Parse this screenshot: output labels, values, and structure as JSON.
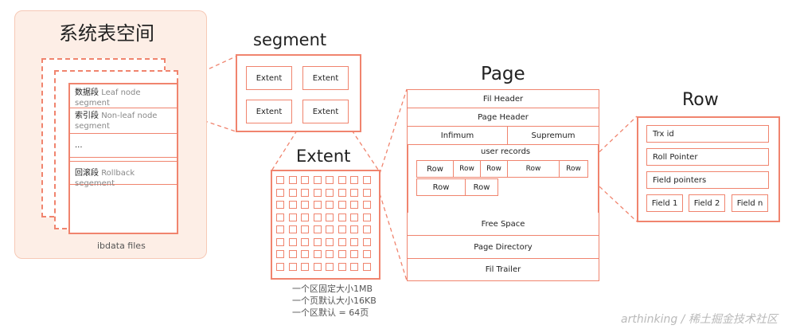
{
  "tablespace": {
    "title": "系统表空间",
    "segments": [
      {
        "zh": "数据段",
        "en": "Leaf node segment"
      },
      {
        "zh": "索引段",
        "en": "Non-leaf node segment"
      },
      {
        "zh": "...",
        "en": ""
      },
      {
        "zh": "回滚段",
        "en": "Rollback segement"
      }
    ],
    "file_label": "ibdata files"
  },
  "segment": {
    "title": "segment",
    "extents": [
      "Extent",
      "Extent",
      "Extent",
      "Extent"
    ]
  },
  "extent": {
    "title": "Extent",
    "grid_rows": 8,
    "grid_cols": 8,
    "notes": [
      "一个区固定大小1MB",
      "一个页默认大小16KB",
      "一个区默认 = 64页"
    ]
  },
  "page": {
    "title": "Page",
    "fil_header": "Fil Header",
    "page_header": "Page Header",
    "infimum": "Infimum",
    "supremum": "Supremum",
    "user_records": "user records",
    "rows_line1": [
      "Row",
      "Row",
      "Row",
      "Row",
      "Row"
    ],
    "rows_line2": [
      "Row",
      "Row"
    ],
    "free_space": "Free Space",
    "page_directory": "Page Directory",
    "fil_trailer": "Fil Trailer"
  },
  "row": {
    "title": "Row",
    "trx_id": "Trx id",
    "roll_pointer": "Roll Pointer",
    "field_pointers": "Field pointers",
    "fields": [
      "Field 1",
      "Field 2",
      "Field n"
    ]
  },
  "watermark": "arthinking / 稀土掘金技术社区",
  "colors": {
    "accent": "#f0846e",
    "panel": "#fdeee6",
    "panel_border": "#f6c9b6"
  }
}
